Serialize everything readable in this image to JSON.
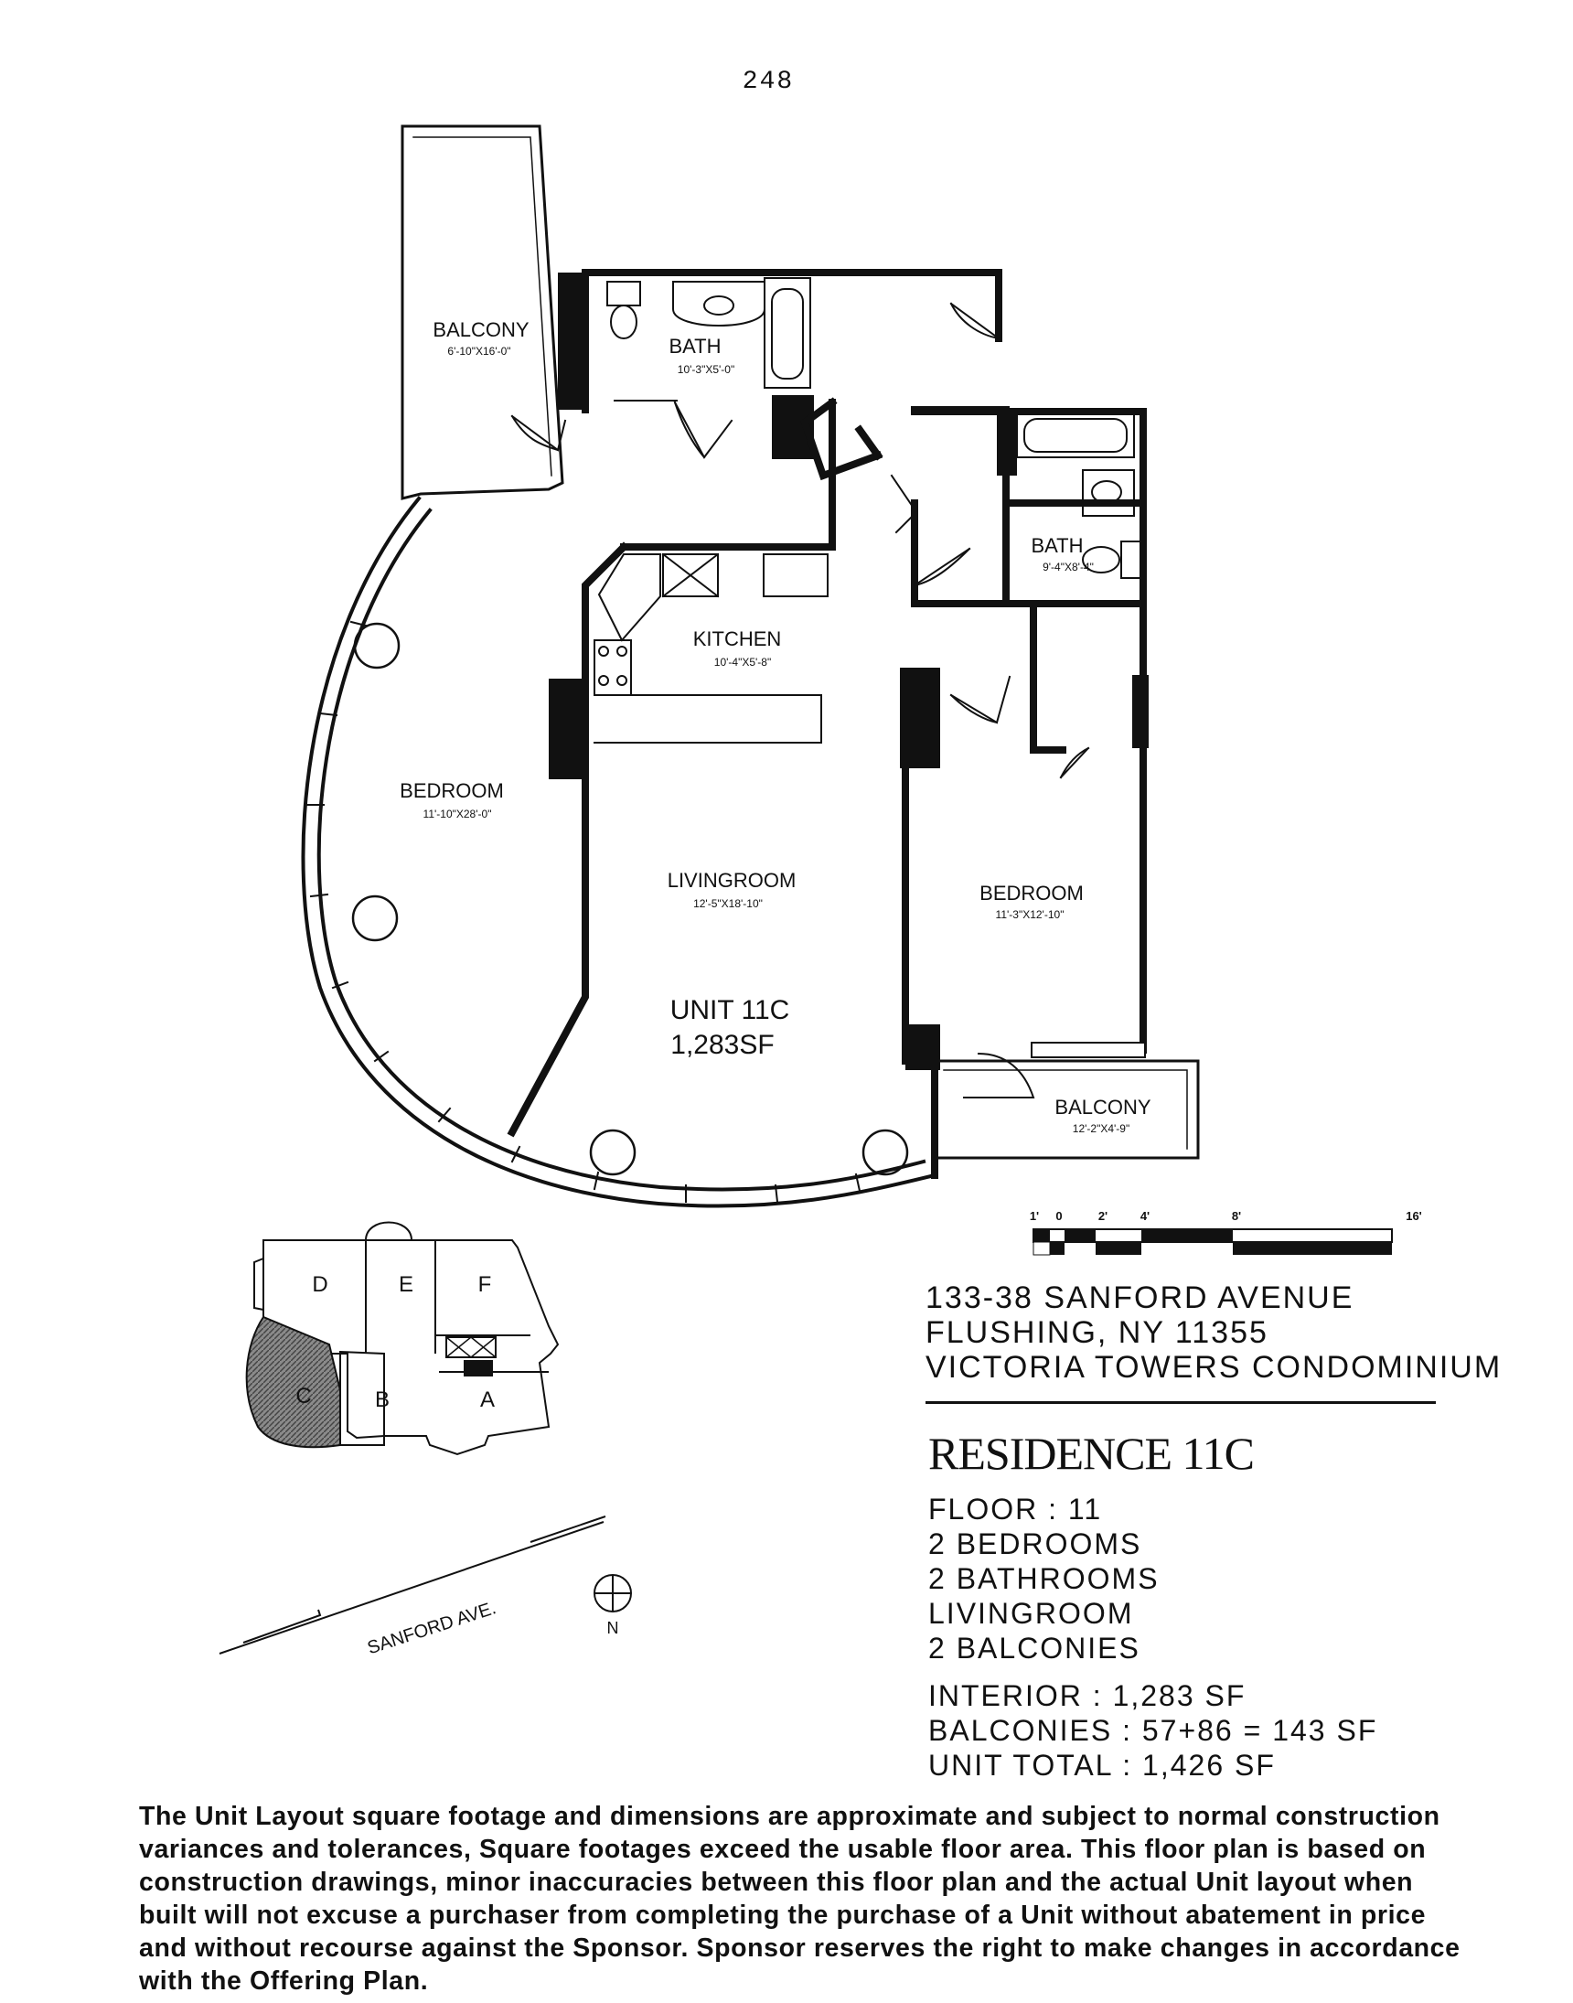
{
  "page_number": "248",
  "plan": {
    "rooms": [
      {
        "id": "balcony-1",
        "name": "BALCONY",
        "dims": "6'-10\"X16'-0\""
      },
      {
        "id": "bath-1",
        "name": "BATH",
        "dims": "10'-3\"X5'-0\""
      },
      {
        "id": "bath-2",
        "name": "BATH",
        "dims": "9'-4\"X8'-4\""
      },
      {
        "id": "kitchen",
        "name": "KITCHEN",
        "dims": "10'-4\"X5'-8\""
      },
      {
        "id": "bedroom-1",
        "name": "BEDROOM",
        "dims": "11'-10\"X28'-0\""
      },
      {
        "id": "livingroom",
        "name": "LIVINGROOM",
        "dims": "12'-5\"X18'-10\""
      },
      {
        "id": "bedroom-2",
        "name": "BEDROOM",
        "dims": "11'-3\"X12'-10\""
      },
      {
        "id": "balcony-2",
        "name": "BALCONY",
        "dims": "12'-2\"X4'-9\""
      }
    ],
    "unit_label": "UNIT 11C",
    "unit_area": "1,283SF"
  },
  "scale_bar": {
    "ticks": [
      "1'",
      "0",
      "2'",
      "4'",
      "8'",
      "16'"
    ]
  },
  "key_plan": {
    "units": [
      "D",
      "E",
      "F",
      "C",
      "B",
      "A"
    ],
    "highlighted": "C",
    "street": "SANFORD AVE.",
    "north": "N"
  },
  "address": {
    "line1": "133-38 SANFORD AVENUE",
    "line2": "FLUSHING, NY 11355",
    "line3": "VICTORIA TOWERS CONDOMINIUM"
  },
  "residence": {
    "title": "RESIDENCE 11C",
    "floor": "FLOOR : 11",
    "bedrooms": "2 BEDROOMS",
    "bathrooms": "2 BATHROOMS",
    "livingroom": "LIVINGROOM",
    "balconies": "2 BALCONIES",
    "interior": "INTERIOR : 1,283 SF",
    "balcony_area": "BALCONIES : 57+86 = 143 SF",
    "unit_total": "UNIT TOTAL : 1,426 SF"
  },
  "disclaimer": "The Unit Layout square footage and dimensions are approximate and subject to normal construction variances and tolerances, Square footages exceed the usable floor area. This floor plan is based on construction drawings, minor inaccuracies between this floor plan and the actual Unit layout when built will not excuse a purchaser from completing the purchase of a Unit without abatement in price and without recourse against the Sponsor. Sponsor reserves the right to make changes in accordance with the Offering Plan.",
  "colors": {
    "ink": "#111111",
    "paper": "#ffffff",
    "highlight": "#6e6e6e"
  }
}
